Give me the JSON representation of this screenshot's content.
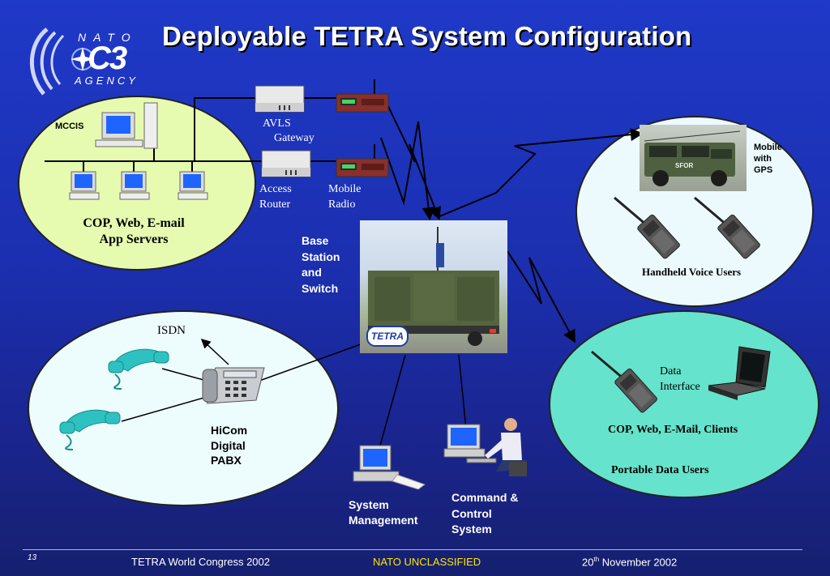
{
  "title": "Deployable TETRA System Configuration",
  "logo": {
    "line1": "NATO",
    "line2": "C3",
    "line3": "AGENCY"
  },
  "left_site": {
    "mccis": "MCCIS",
    "caption_line1": "COP, Web, E-mail",
    "caption_line2": "App Servers"
  },
  "equipment": {
    "avls_line1": "AVLS",
    "avls_line2": "Gateway",
    "access_line1": "Access",
    "access_line2": "Router",
    "mobile_line1": "Mobile",
    "mobile_line2": "Radio"
  },
  "base_station": {
    "line1": "Base",
    "line2": "Station",
    "line3": "and",
    "line4": "Switch",
    "badge": "TETRA"
  },
  "right_top": {
    "gps_line1": "Mobile",
    "gps_line2": "with",
    "gps_line3": "GPS",
    "vehicle_text": "SFOR",
    "caption": "Handheld Voice Users"
  },
  "bottom_left": {
    "isdn": "ISDN",
    "pabx_line1": "HiCom",
    "pabx_line2": "Digital",
    "pabx_line3": "PABX"
  },
  "bottom_right": {
    "data_line1": "Data",
    "data_line2": "Interface",
    "caption1": "COP, Web, E-Mail, Clients",
    "caption2": "Portable Data Users"
  },
  "bottom_center": {
    "sysmgmt_line1": "System",
    "sysmgmt_line2": "Management",
    "cc_line1": "Command &",
    "cc_line2": "Control",
    "cc_line3": "System"
  },
  "footer": {
    "page": "13",
    "event": "TETRA World Congress 2002",
    "classification": "NATO UNCLASSIFIED",
    "date_day": "20",
    "date_sup": "th",
    "date_rest": " November 2002"
  },
  "colors": {
    "background": "#1f39c8",
    "left_ellipse": "#e6fbb0",
    "right_top_ellipse": "#ecfafe",
    "bottom_left_ellipse": "#edfdfd",
    "bottom_right_ellipse": "#66e3cc",
    "classification": "#ffe600"
  }
}
